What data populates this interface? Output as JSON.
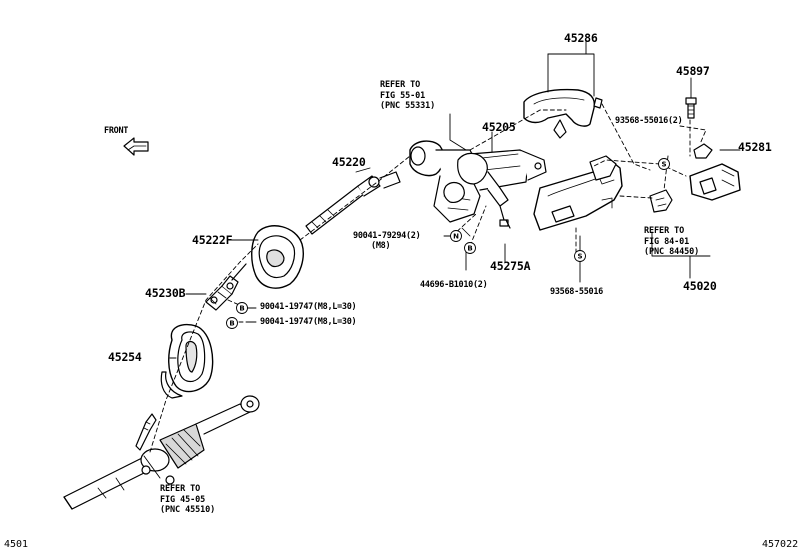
{
  "diagram": {
    "corner_left": "4501",
    "corner_right": "457022",
    "front_label": "FRONT",
    "part_labels": {
      "p45286": "45286",
      "p45897": "45897",
      "p45205": "45205",
      "p45281": "45281",
      "p45220": "45220",
      "p45222f": "45222F",
      "p45275a": "45275A",
      "p45230b": "45230B",
      "p45254": "45254",
      "p45020": "45020"
    },
    "fastener_labels": {
      "bolt_93568_55016_2": "93568-55016(2)",
      "bolt_90041_79294": "90041-79294(2)",
      "bolt_90041_79294_sub": "(M8)",
      "bolt_44696": "44696-B1010(2)",
      "bolt_93568_55016": "93568-55016",
      "bolt_90041_19747_a": "90041-19747(M8,L=30)",
      "bolt_90041_19747_b": "90041-19747(M8,L=30)"
    },
    "badges": {
      "s": "S",
      "n": "N",
      "b": "B"
    },
    "refer_notes": {
      "fig55": {
        "l1": "REFER TO",
        "l2": "FIG 55-01",
        "l3": "(PNC 55331)"
      },
      "fig84": {
        "l1": "REFER TO",
        "l2": "FIG 84-01",
        "l3": "(PNC 84450)"
      },
      "fig45": {
        "l1": "REFER TO",
        "l2": "FIG 45-05",
        "l3": "(PNC 45510)"
      }
    },
    "colors": {
      "ink": "#000000",
      "paper": "#ffffff",
      "shade": "#cfcfcf"
    }
  }
}
